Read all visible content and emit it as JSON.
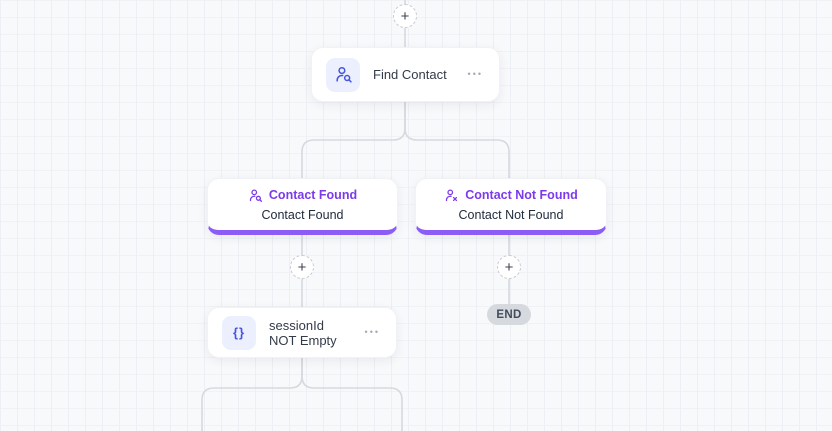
{
  "canvas": {
    "background": "#f8f9fb",
    "grid_line_color": "#edeff4",
    "connector_color": "#d6d9de"
  },
  "colors": {
    "accent_purple_text": "#7c3aed",
    "branch_bottom_bar": "#8b5cf6",
    "icon_indigo": "#4754e0",
    "icon_background": "#eceffd",
    "end_badge_background": "#d6d9de"
  },
  "nodes": {
    "find_contact": {
      "title": "Find Contact",
      "icon": "user-search-icon",
      "menu_glyph": "•••"
    },
    "contact_found": {
      "header": "Contact Found",
      "subtitle": "Contact Found",
      "icon": "user-search-icon"
    },
    "contact_not_found": {
      "header": "Contact Not Found",
      "subtitle": "Contact Not Found",
      "icon": "user-x-icon"
    },
    "session_condition": {
      "title": "sessionId NOT Empty",
      "icon": "braces-icon",
      "icon_glyph": "{}",
      "menu_glyph": "•••"
    },
    "end_badge": {
      "label": "END"
    },
    "add_button": {
      "glyph": "+"
    }
  }
}
